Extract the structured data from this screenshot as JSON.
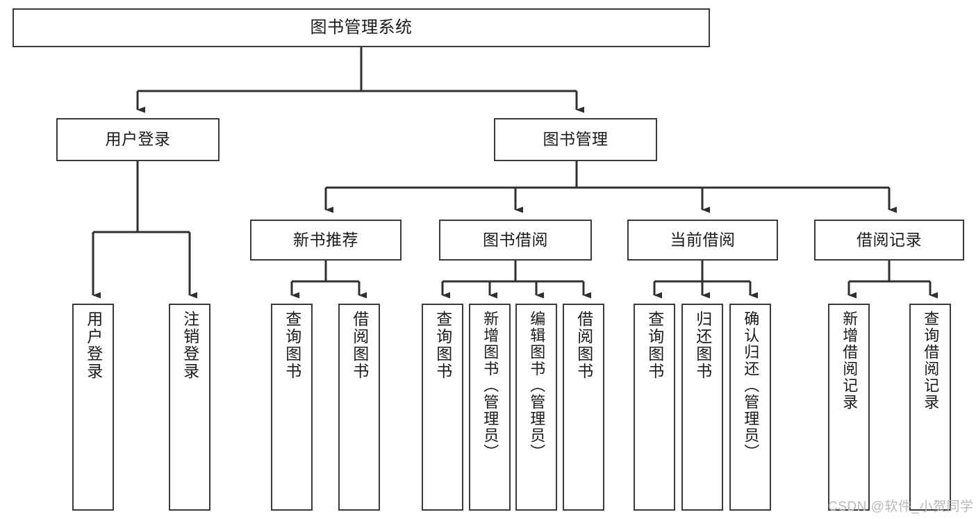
{
  "diagram": {
    "type": "tree",
    "title": "图书管理系统",
    "orientation": "top-down",
    "colors": {
      "stroke": "#3a3a3a",
      "box_fill": "#ffffff",
      "text": "#1a1a1a",
      "background": "#ffffff",
      "watermark": "#b9b9b9"
    }
  },
  "nodes": {
    "root": {
      "label": "图书管理系统"
    },
    "level2": [
      {
        "label": "用户登录"
      },
      {
        "label": "图书管理"
      }
    ],
    "level3": [
      {
        "label": "新书推荐"
      },
      {
        "label": "图书借阅"
      },
      {
        "label": "当前借阅"
      },
      {
        "label": "借阅记录"
      }
    ],
    "leaves_user_login": [
      {
        "label": "用户登录"
      },
      {
        "label": "注销登录"
      }
    ],
    "leaves_new_book": [
      {
        "label": "查询图书"
      },
      {
        "label": "借阅图书"
      }
    ],
    "leaves_borrow": [
      {
        "label": "查询图书"
      },
      {
        "label": "新增图书（管理员）"
      },
      {
        "label": "编辑图书（管理员）"
      },
      {
        "label": "借阅图书"
      }
    ],
    "leaves_current": [
      {
        "label": "查询图书"
      },
      {
        "label": "归还图书"
      },
      {
        "label": "确认归还（管理员）"
      }
    ],
    "leaves_records": [
      {
        "label": "新增借阅记录"
      },
      {
        "label": "查询借阅记录"
      }
    ]
  },
  "watermark": {
    "text": "CSDN @软件_小贺同学"
  }
}
